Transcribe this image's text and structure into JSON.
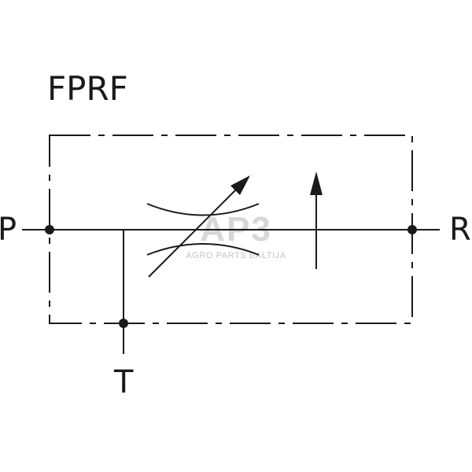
{
  "diagram": {
    "title": "FPRF",
    "ports": {
      "p": "P",
      "r": "R",
      "t": "T"
    },
    "watermark": {
      "logo": "AP3",
      "text": "AGRO PARTS BALTIJA"
    },
    "colors": {
      "line": "#1a1a1a",
      "watermark": "#d7d7d7",
      "background": "#ffffff"
    }
  }
}
